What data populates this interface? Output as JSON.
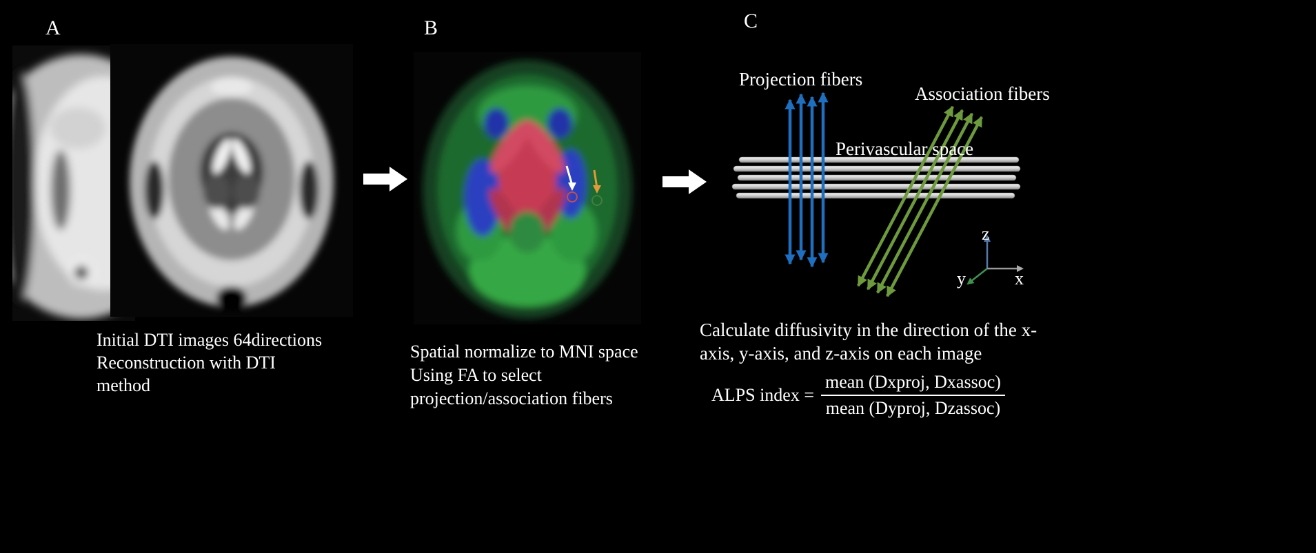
{
  "colors": {
    "background": "#000000",
    "text": "#ffffff",
    "projection_fibers": "#1e6fc0",
    "association_fibers": "#6d9a3d",
    "perivascular_tube": "#d8d8d8",
    "flow_arrow": "#ffffff",
    "roi_arrow_white": "#ffffff",
    "roi_arrow_orange": "#e09a3a",
    "axis_x": "#999999",
    "axis_y": "#3f9350",
    "axis_z": "#5577aa"
  },
  "icons": {
    "flow_arrow": "block-right-arrow",
    "projection_arrows": "double-headed-vertical-arrows",
    "association_arrows": "double-headed-diagonal-arrows",
    "axis_triad": "xyz-coordinate-axes"
  },
  "panels": {
    "a": {
      "label": "A",
      "images": [
        "dti-b0-brain-slice",
        "dti-brain-slice"
      ],
      "caption_lines": [
        "Initial DTI images 64directions",
        "Reconstruction with DTI",
        "method"
      ]
    },
    "b": {
      "label": "B",
      "images": [
        "color-fa-map-brain-slice"
      ],
      "caption_lines": [
        "Spatial normalize to MNI space",
        "Using FA to select",
        "projection/association fibers"
      ]
    },
    "c": {
      "label": "C",
      "fiber_labels": {
        "projection": "Projection fibers",
        "association": "Association fibers",
        "perivascular": "Perivascular space"
      },
      "axes": {
        "x": "x",
        "y": "y",
        "z": "z"
      },
      "caption_lines": [
        "Calculate diffusivity in the direction of the x-",
        "axis, y-axis, and z-axis on each image"
      ],
      "formula": {
        "lhs": "ALPS index =",
        "numerator": "mean (Dxproj, Dxassoc)",
        "denominator": "mean (Dyproj, Dzassoc)"
      }
    }
  }
}
